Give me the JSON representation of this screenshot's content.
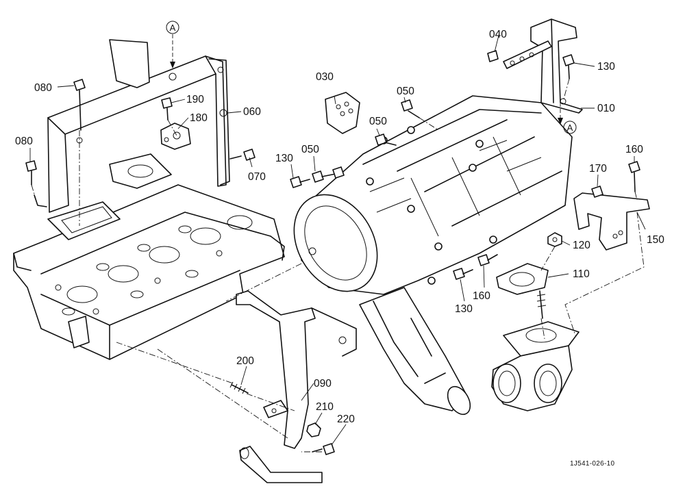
{
  "reference_mark": "A",
  "drawing_code": "1J541-026-10",
  "callouts": [
    {
      "id": "080a",
      "text": "080"
    },
    {
      "id": "080b",
      "text": "080"
    },
    {
      "id": "190",
      "text": "190"
    },
    {
      "id": "180",
      "text": "180"
    },
    {
      "id": "060",
      "text": "060"
    },
    {
      "id": "070",
      "text": "070"
    },
    {
      "id": "030",
      "text": "030"
    },
    {
      "id": "050a",
      "text": "050"
    },
    {
      "id": "050b",
      "text": "050"
    },
    {
      "id": "050c",
      "text": "050"
    },
    {
      "id": "130a",
      "text": "130"
    },
    {
      "id": "040",
      "text": "040"
    },
    {
      "id": "130b",
      "text": "130"
    },
    {
      "id": "010",
      "text": "010"
    },
    {
      "id": "160a",
      "text": "160"
    },
    {
      "id": "170",
      "text": "170"
    },
    {
      "id": "150",
      "text": "150"
    },
    {
      "id": "120",
      "text": "120"
    },
    {
      "id": "110",
      "text": "110"
    },
    {
      "id": "130c",
      "text": "130"
    },
    {
      "id": "160b",
      "text": "160"
    },
    {
      "id": "200",
      "text": "200"
    },
    {
      "id": "090",
      "text": "090"
    },
    {
      "id": "210",
      "text": "210"
    },
    {
      "id": "220",
      "text": "220"
    }
  ]
}
